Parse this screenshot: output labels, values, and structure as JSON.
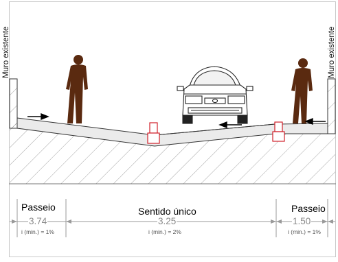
{
  "walls": {
    "left_label": "Muro existente",
    "right_label": "Muro existente"
  },
  "sections": [
    {
      "name": "Passeio",
      "width": "3.74",
      "slope": "i (min.) = 1%"
    },
    {
      "name": "Sentido único",
      "width": "3.25",
      "slope": "i (min.) = 2%"
    },
    {
      "name": "Passeio",
      "width": "1.50",
      "slope": "i (min.) = 1%"
    }
  ],
  "colors": {
    "line": "#333333",
    "hatch": "#9a9a9a",
    "pedestrian": "#5a2a10",
    "drain": "#d0202a",
    "pavement": "#ebebeb"
  },
  "icons": [
    "pedestrian-icon",
    "car-icon",
    "flow-arrow-icon",
    "drain-icon"
  ]
}
